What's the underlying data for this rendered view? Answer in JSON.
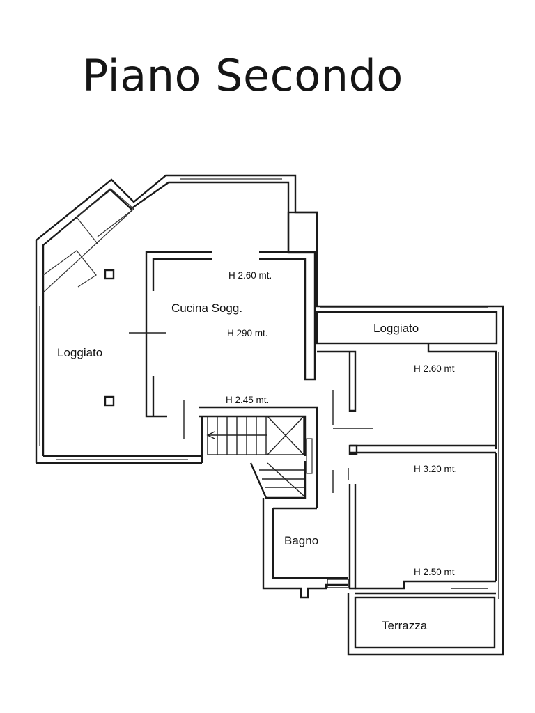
{
  "title": "Piano Secondo",
  "rooms": {
    "loggiato_left": "Loggiato",
    "cucina": "Cucina Sogg.",
    "loggiato_right": "Loggiato",
    "bagno": "Bagno",
    "terrazza": "Terrazza"
  },
  "heights": {
    "cucina_top": "H 2.60 mt.",
    "cucina_mid": "H 290 mt.",
    "stair": "H 2.45 mt.",
    "room1": "H 2.60 mt",
    "room2": "H 3.20 mt.",
    "room2_bottom": "H 2.50 mt"
  }
}
